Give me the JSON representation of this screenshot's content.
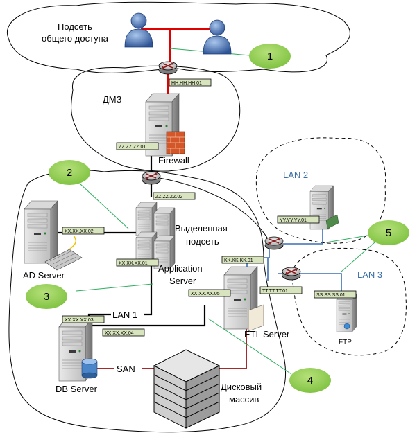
{
  "zones": {
    "public": "Подсеть общего доступа",
    "public_line1": "Подсеть",
    "public_line2": "общего доступа",
    "dmz": "ДМЗ",
    "dedicated_line1": "Выделенная",
    "dedicated_line2": "подсеть",
    "lan2": "LAN 2",
    "lan3": "LAN 3"
  },
  "devices": {
    "firewall": "Firewall",
    "ad_server": "AD Server",
    "app_server_line1": "Application",
    "app_server_line2": "Server",
    "etl_server": "ETL Server",
    "db_server": "DB Server",
    "storage_line1": "Дисковый",
    "storage_line2": "массив",
    "ftp": "FTP"
  },
  "links": {
    "lan1": "LAN 1",
    "san": "SAN"
  },
  "ip_labels": {
    "hh": "HH.HH.HH.01",
    "zz1": "ZZ.ZZ.ZZ.01",
    "zz2": "ZZ.ZZ.ZZ.02",
    "xx02": "XX.XX.XX.02",
    "xx01": "XX.XX.XX.01",
    "xx05": "XX.XX.XX.05",
    "xx03": "XX.XX.XX.03",
    "xx04": "XX.XX.XX.04",
    "kk": "KK.KK.KK.01",
    "yy": "YY.YY.YY.01",
    "tt": "TT.TT.TT.01",
    "ss": "SS.SS.SS.01"
  },
  "callouts": [
    "1",
    "2",
    "3",
    "4",
    "5"
  ],
  "colors": {
    "callout_fill": "#92d050",
    "callout_line": "#2eae5f",
    "public_link": "#e00000",
    "san_link": "#a52a2a",
    "lan_link": "#3b6fb6",
    "ip_label_fill": "#d7e4bd"
  }
}
